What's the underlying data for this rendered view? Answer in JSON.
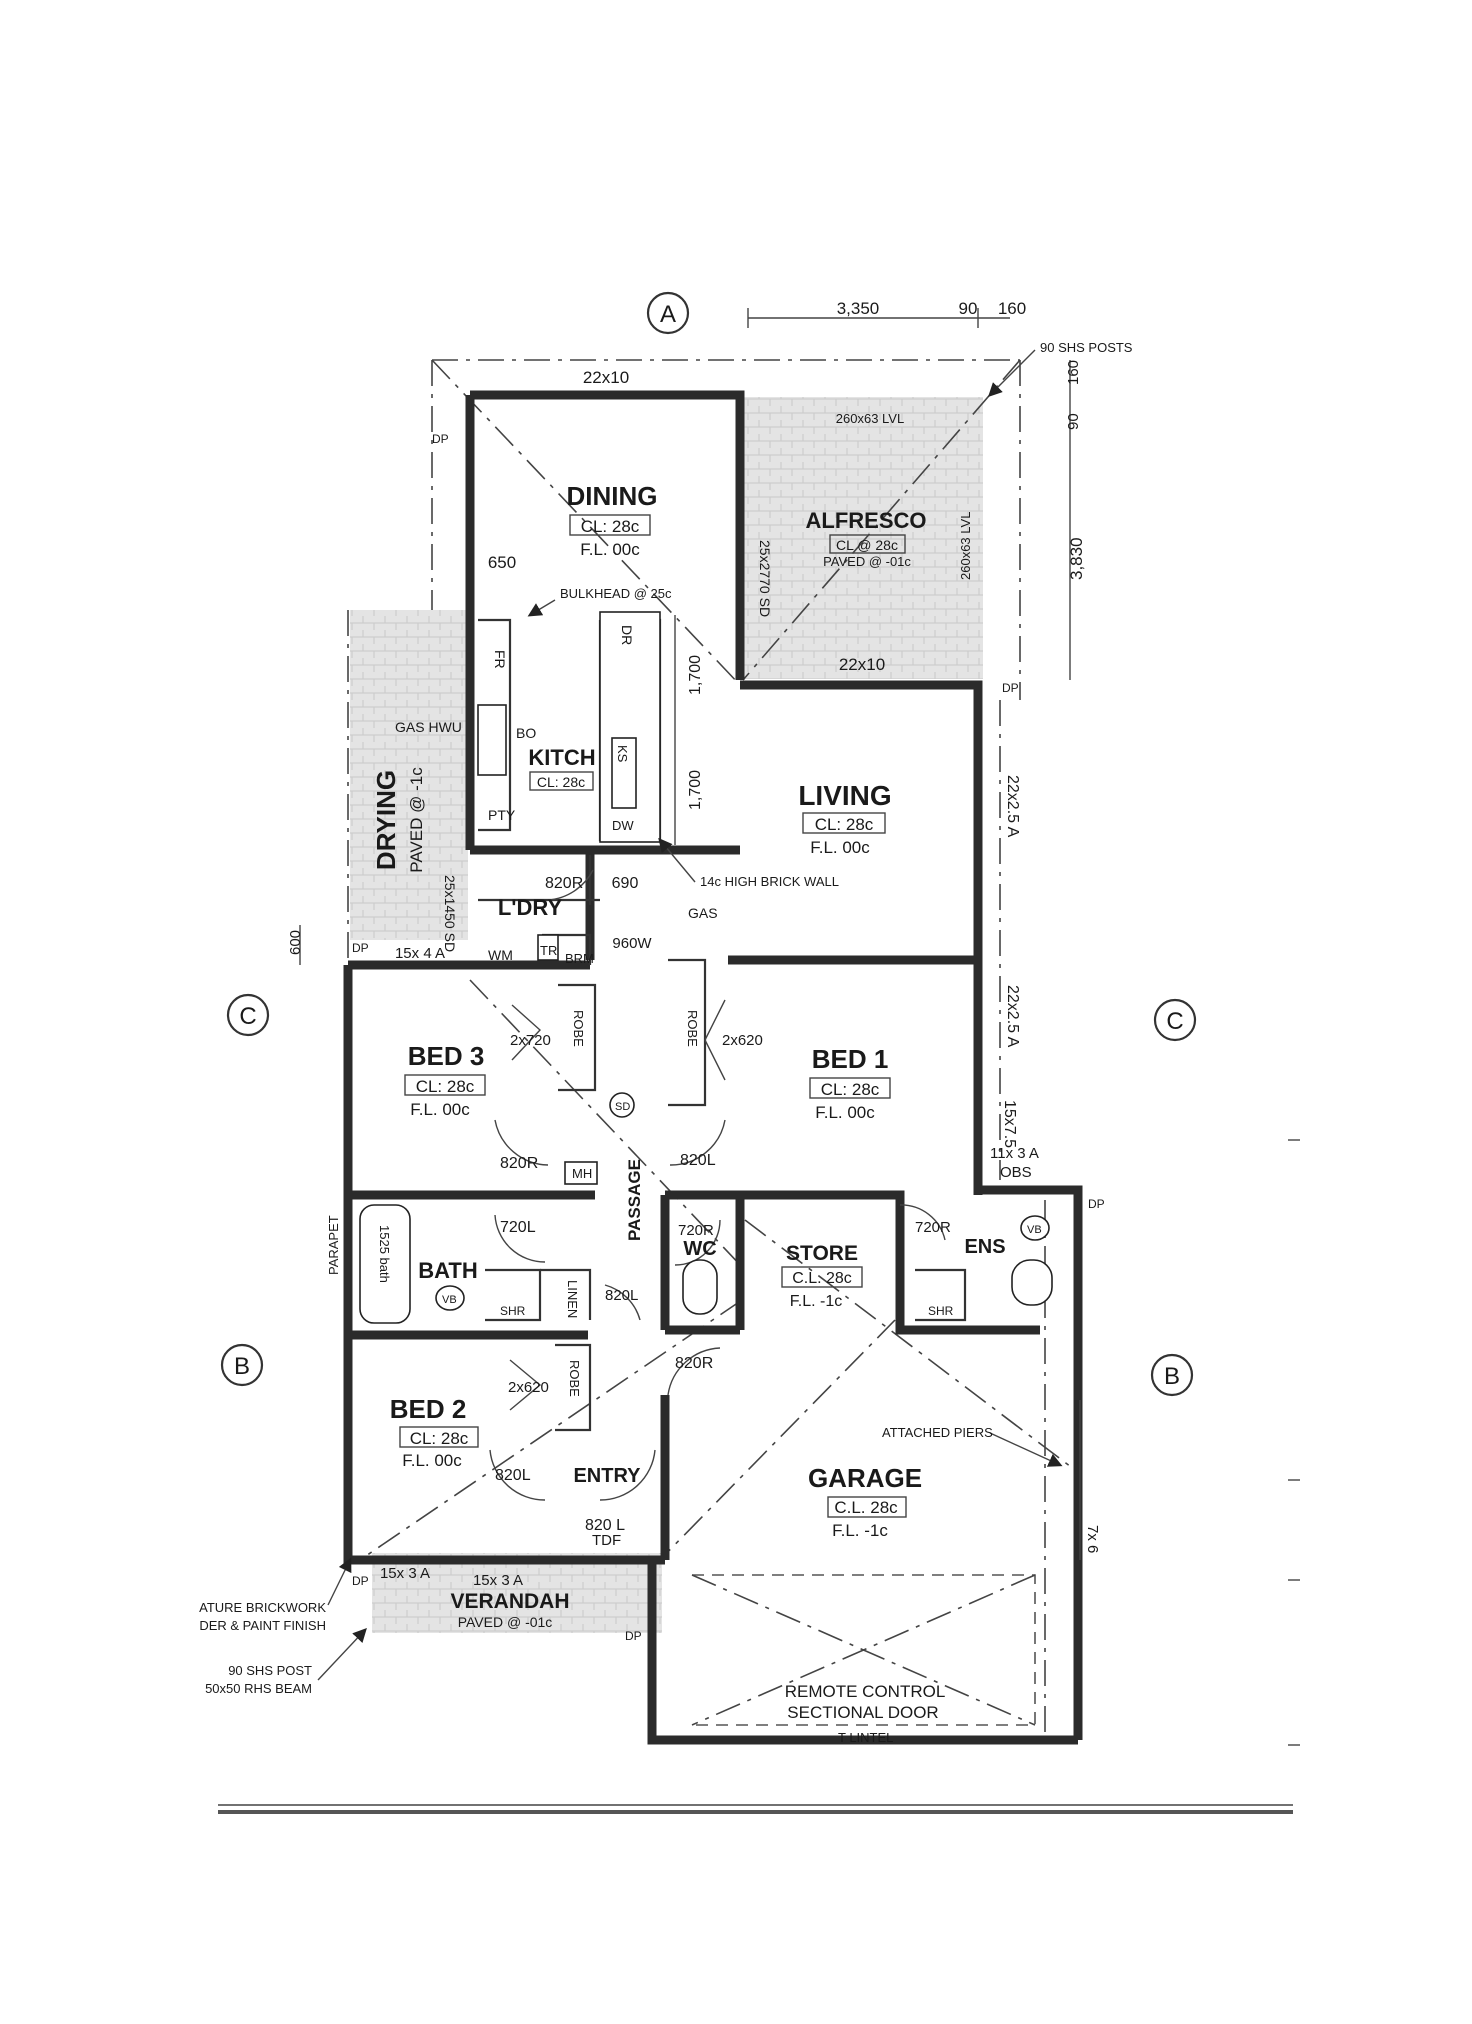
{
  "grid_markers": {
    "a": "A",
    "b": "B",
    "c": "C"
  },
  "dimensions": {
    "top_3350": "3,350",
    "top_90": "90",
    "top_160": "160",
    "right_160": "160",
    "right_90": "90",
    "right_3830": "3,830",
    "lintel_top": "22x10",
    "lintel_alfresco_bottom": "22x10",
    "dim_650": "650",
    "dim_1700_a": "1,700",
    "dim_1700_b": "1,700",
    "dim_690": "690",
    "dim_960w": "960W",
    "dim_600": "600",
    "lvl_top": "260x63 LVL",
    "lvl_side": "260x63 LVL",
    "sd_2770": "25x2770 SD",
    "sd_1450": "25x1450 SD",
    "lintel_22x25_a": "22x2.5 A",
    "lintel_22x25_b": "22x2.5 A",
    "lintel_15x75": "15x7.5",
    "lintel_11x3": "11x 3 A",
    "obs": "OBS",
    "lintel_15x4": "15x 4 A",
    "lintel_15x3_a": "15x 3 A",
    "lintel_15x3_b": "15x 3 A",
    "dim_7x6": "7x 6"
  },
  "rooms": {
    "dining": {
      "name": "DINING",
      "cl": "CL: 28c",
      "fl": "F.L. 00c"
    },
    "alfresco": {
      "name": "ALFRESCO",
      "cl": "CL @ 28c",
      "fl": "PAVED @ -01c"
    },
    "kitchen": {
      "name": "KITCH",
      "cl": "CL: 28c"
    },
    "living": {
      "name": "LIVING",
      "cl": "CL: 28c",
      "fl": "F.L. 00c"
    },
    "drying": {
      "name": "DRYING",
      "fl": "PAVED @ -1c"
    },
    "laundry": {
      "name": "L'DRY"
    },
    "bed3": {
      "name": "BED 3",
      "cl": "CL: 28c",
      "fl": "F.L. 00c"
    },
    "bed1": {
      "name": "BED 1",
      "cl": "CL: 28c",
      "fl": "F.L. 00c"
    },
    "bed2": {
      "name": "BED 2",
      "cl": "CL: 28c",
      "fl": "F.L. 00c"
    },
    "bath": {
      "name": "BATH"
    },
    "wc": {
      "name": "WC"
    },
    "store": {
      "name": "STORE",
      "cl": "C.L. 28c",
      "fl": "F.L. -1c"
    },
    "ens": {
      "name": "ENS"
    },
    "passage": {
      "name": "PASSAGE"
    },
    "entry": {
      "name": "ENTRY"
    },
    "garage": {
      "name": "GARAGE",
      "cl": "C.L. 28c",
      "fl": "F.L. -1c"
    },
    "verandah": {
      "name": "VERANDAH",
      "fl": "PAVED @ -01c"
    }
  },
  "fixtures": {
    "fr": "FR",
    "dr": "DR",
    "ks": "KS",
    "dw": "DW",
    "pty": "PTY",
    "bo": "BO",
    "gas_hwu": "GAS HWU",
    "gas": "GAS",
    "wm": "WM",
    "tr": "TR",
    "brm": "BRM",
    "robe": "ROBE",
    "linen": "LINEN",
    "shr": "SHR",
    "vb": "VB",
    "mh": "MH",
    "sd": "SD",
    "bath_size": "1525 bath",
    "dp": "DP",
    "tdf": "TDF",
    "lintel": "T LINTEL",
    "parapet": "PARAPET"
  },
  "doors": {
    "d820r_ldry": "820R",
    "d820r_bed3": "820R",
    "d820l_bed1": "820L",
    "d720l_bath": "720L",
    "d720r_wc": "720R",
    "d720r_ens": "720R",
    "d820l_linen": "820L",
    "d820r_garage": "820R",
    "d820l_bed2": "820L",
    "d820l_entry": "820 L",
    "robe_bed3": "2x720",
    "robe_bed1": "2x620",
    "robe_bed2": "2x620"
  },
  "callouts": {
    "bulkhead": "BULKHEAD @ 25c",
    "brick_wall": "14c HIGH BRICK WALL",
    "posts": "90 SHS POSTS",
    "piers": "ATTACHED PIERS",
    "brickwork_1": "ATURE BRICKWORK",
    "brickwork_2": "DER & PAINT FINISH",
    "post_1": "90 SHS POST",
    "post_2": "50x50 RHS BEAM",
    "garage_door_1": "REMOTE CONTROL",
    "garage_door_2": "SECTIONAL DOOR"
  },
  "colors": {
    "wall": "#2b2b2b",
    "paving": "#d6d6d6",
    "line": "#333333"
  }
}
